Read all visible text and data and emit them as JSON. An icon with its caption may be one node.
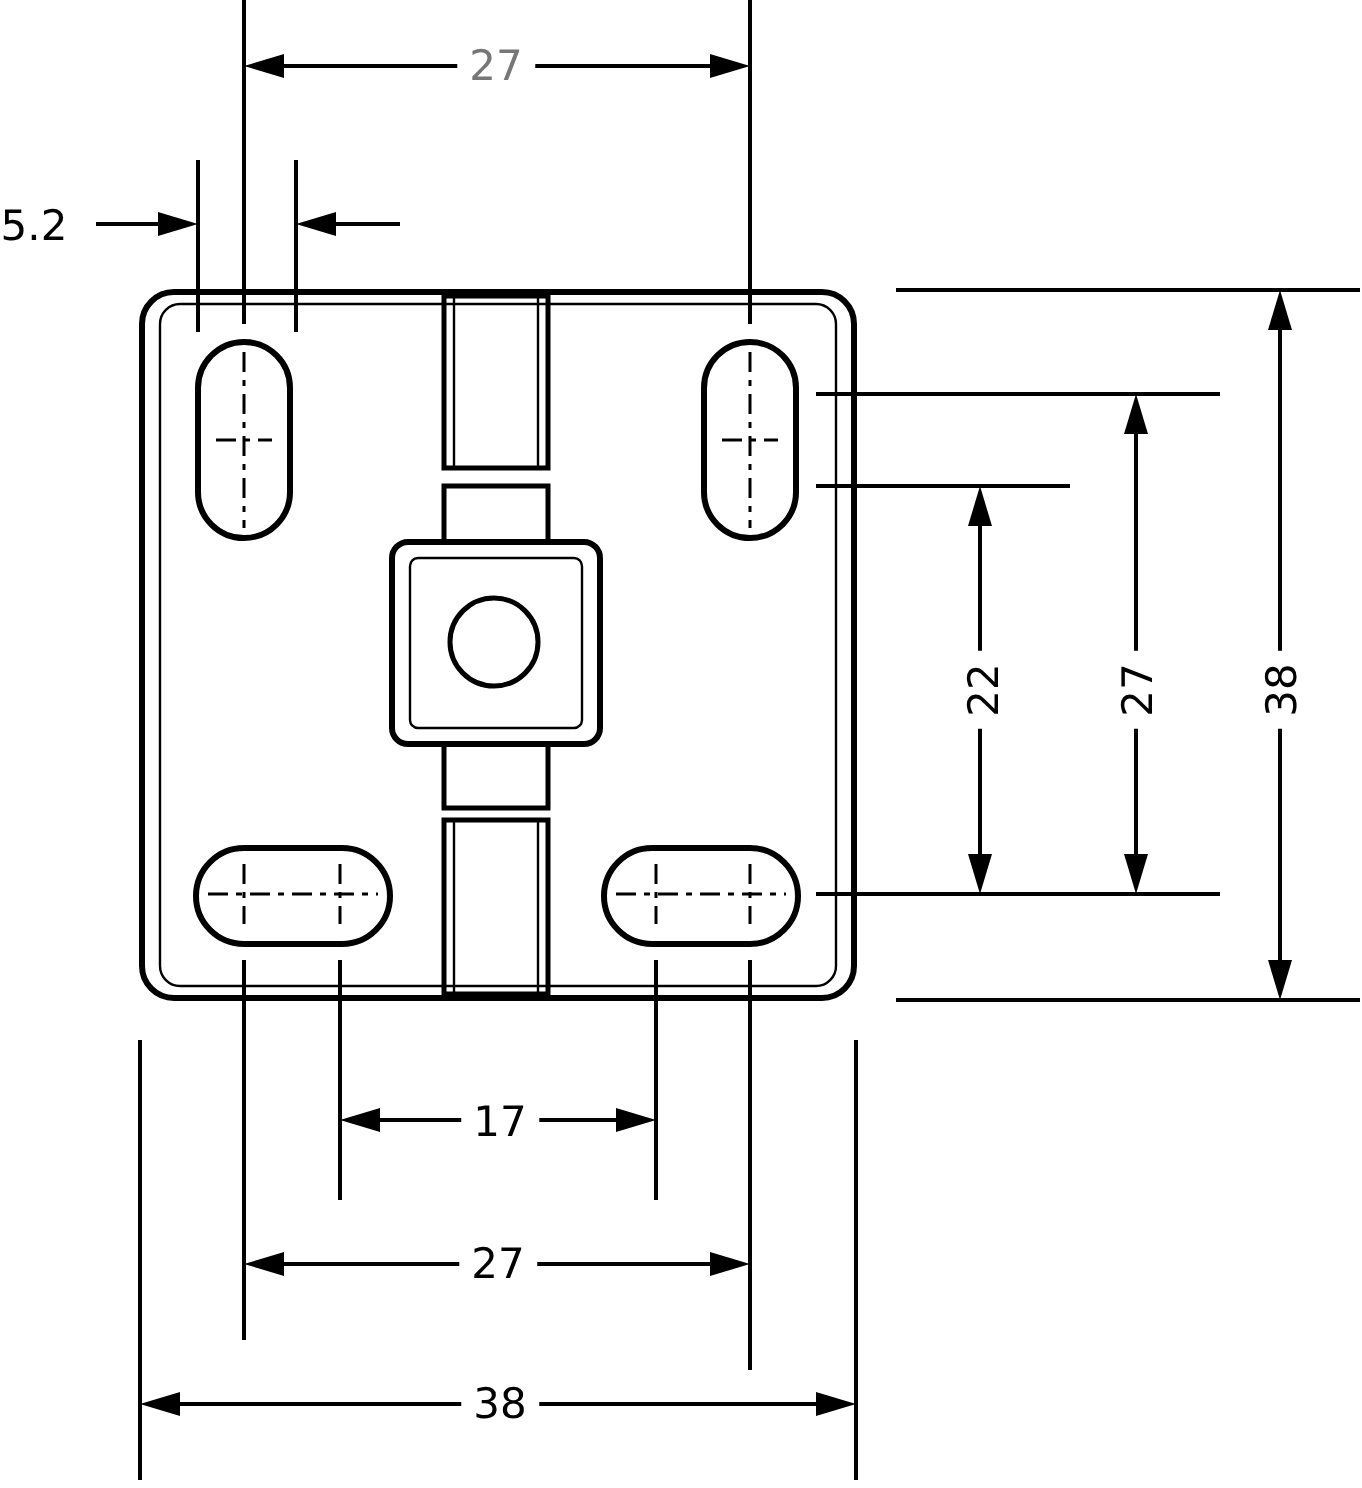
{
  "diagram": {
    "labels": [
      "27",
      "5.2",
      "22",
      "27",
      "38",
      "17",
      "27",
      "38"
    ]
  }
}
